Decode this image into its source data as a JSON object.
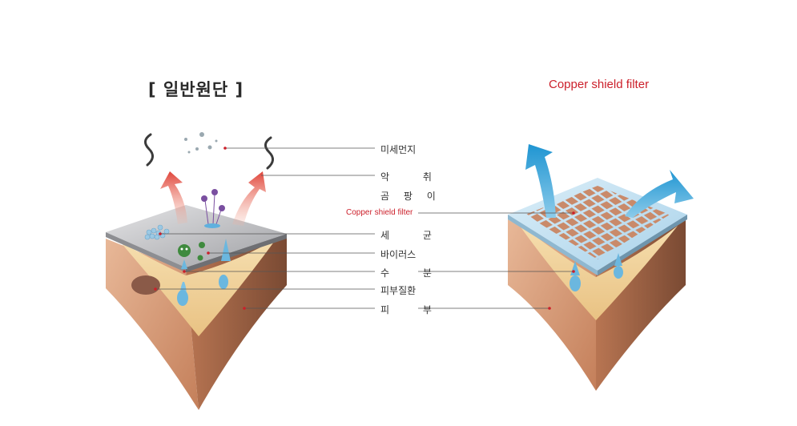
{
  "titles": {
    "left": "[ 일반원단 ]",
    "right": "Copper shield filter"
  },
  "labels": {
    "dust": "미세먼지",
    "odor": "악 취",
    "mold": "곰 팡 이",
    "filter": "Copper shield filter",
    "bacteria": "세 균",
    "virus": "바이러스",
    "moisture": "수 분",
    "skin_disease": "피부질환",
    "skin": "피 부"
  },
  "colors": {
    "accent_red": "#cc1f2a",
    "arrow_red": "#e0443a",
    "arrow_blue": "#2a9fd6",
    "copper": "#c98a6a",
    "skin": "#d99c7a"
  }
}
